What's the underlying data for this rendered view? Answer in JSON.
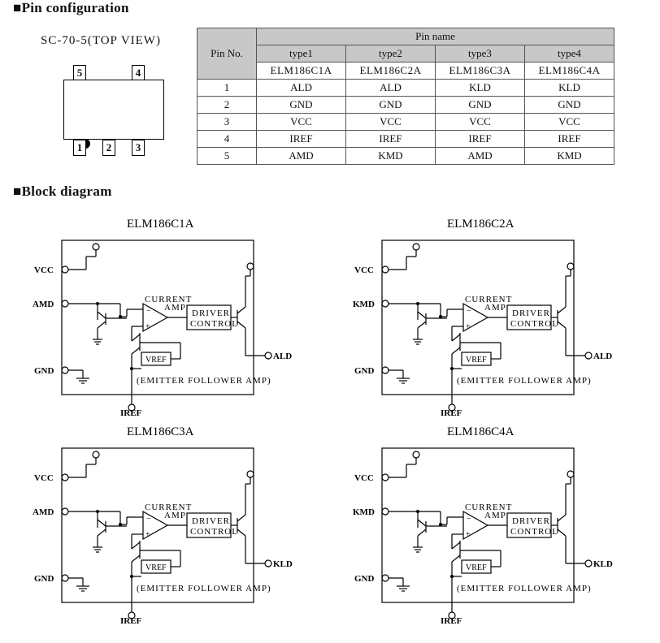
{
  "pin_section": {
    "title": "■Pin configuration",
    "package_label": "SC-70-5(TOP VIEW)",
    "pins": {
      "p5": "5",
      "p4": "4",
      "p1": "1",
      "p2": "2",
      "p3": "3"
    }
  },
  "pin_table": {
    "header_pin_no": "Pin No.",
    "header_pin_name": "Pin name",
    "types": [
      "type1",
      "type2",
      "type3",
      "type4"
    ],
    "models": [
      "ELM186C1A",
      "ELM186C2A",
      "ELM186C3A",
      "ELM186C4A"
    ],
    "rows": [
      {
        "no": "1",
        "names": [
          "ALD",
          "ALD",
          "KLD",
          "KLD"
        ]
      },
      {
        "no": "2",
        "names": [
          "GND",
          "GND",
          "GND",
          "GND"
        ]
      },
      {
        "no": "3",
        "names": [
          "VCC",
          "VCC",
          "VCC",
          "VCC"
        ]
      },
      {
        "no": "4",
        "names": [
          "IREF",
          "IREF",
          "IREF",
          "IREF"
        ]
      },
      {
        "no": "5",
        "names": [
          "AMD",
          "KMD",
          "AMD",
          "KMD"
        ]
      }
    ]
  },
  "block_section": {
    "title": "■Block diagram"
  },
  "common_labels": {
    "vcc": "VCC",
    "gnd": "GND",
    "iref": "IREF",
    "current": "CURRENT",
    "amp": "AMP",
    "driver": "DRIVER",
    "control": "CONTROL",
    "vref": "VREF",
    "emitter": "(EMITTER FOLLOWER AMP)",
    "plus": "+",
    "minus": "−"
  },
  "diagrams": [
    {
      "title": "ELM186C1A",
      "mon_pin": "AMD",
      "out_pin": "ALD"
    },
    {
      "title": "ELM186C2A",
      "mon_pin": "KMD",
      "out_pin": "ALD"
    },
    {
      "title": "ELM186C3A",
      "mon_pin": "AMD",
      "out_pin": "KLD"
    },
    {
      "title": "ELM186C4A",
      "mon_pin": "KMD",
      "out_pin": "KLD"
    }
  ]
}
